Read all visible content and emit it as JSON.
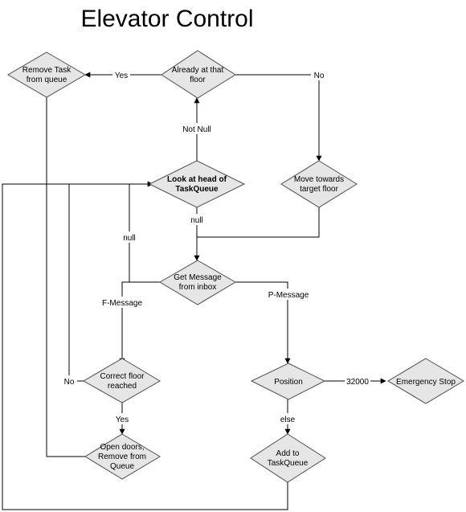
{
  "title": "Elevator Control",
  "nodes": {
    "remove_task": [
      "Remove Task",
      "from queue"
    ],
    "already_at_floor": [
      "Already at that",
      "floor"
    ],
    "look_at_head": [
      "Look at head of",
      "TaskQueue"
    ],
    "move_towards": [
      "Move towards",
      "target floor"
    ],
    "get_message": [
      "Get Message",
      "from inbox"
    ],
    "correct_floor": [
      "Correct floor",
      "reached"
    ],
    "position": [
      "Position"
    ],
    "emergency_stop": [
      "Emergency Stop"
    ],
    "open_doors": [
      "Open doors,",
      "Remove from",
      "Queue"
    ],
    "add_to_taskqueue": [
      "Add to",
      "TaskQueue"
    ]
  },
  "edge_labels": {
    "yes_top": "Yes",
    "no_top": "No",
    "not_null": "Not Null",
    "null_below": "null",
    "null_left": "null",
    "f_message": "F-Message",
    "p_message": "P-Message",
    "no_left": "No",
    "yes_bottom": "Yes",
    "speed_32000": "32000",
    "else": "else"
  },
  "colors": {
    "node_fill": "#e6e6e6",
    "node_stroke": "#4d4d4d",
    "edge": "#000000"
  }
}
